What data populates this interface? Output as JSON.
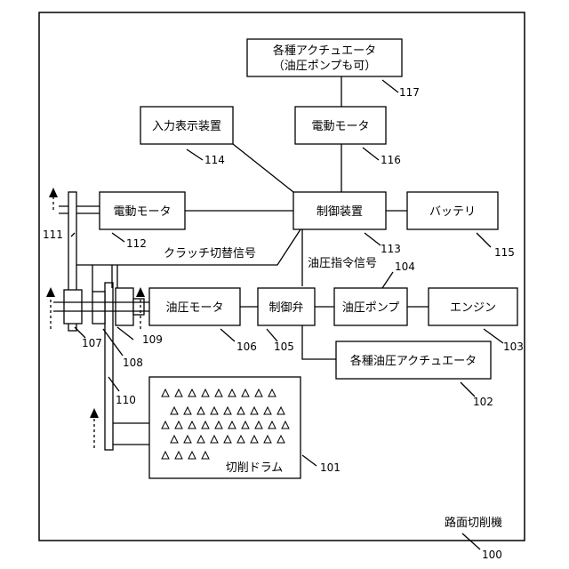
{
  "boxes": {
    "b117_line1": "各種アクチュエータ",
    "b117_line2": "（油圧ポンプも可）",
    "b116": "電動モータ",
    "b114": "入力表示装置",
    "b113": "制御装置",
    "b115": "バッテリ",
    "b112": "電動モータ",
    "b106": "油圧モータ",
    "b105": "制御弁",
    "b104": "油圧ポンプ",
    "b103": "エンジン",
    "b102": "各種油圧アクチュエータ",
    "b101": "切削ドラム"
  },
  "signals": {
    "clutch": "クラッチ切替信号",
    "hydraulic": "油圧指令信号"
  },
  "machine_label": "路面切削機",
  "refs": {
    "r100": "100",
    "r101": "101",
    "r102": "102",
    "r103": "103",
    "r104": "104",
    "r105": "105",
    "r106": "106",
    "r107": "107",
    "r108": "108",
    "r109": "109",
    "r110": "110",
    "r111": "111",
    "r112": "112",
    "r113": "113",
    "r114": "114",
    "r115": "115",
    "r116": "116",
    "r117": "117"
  }
}
